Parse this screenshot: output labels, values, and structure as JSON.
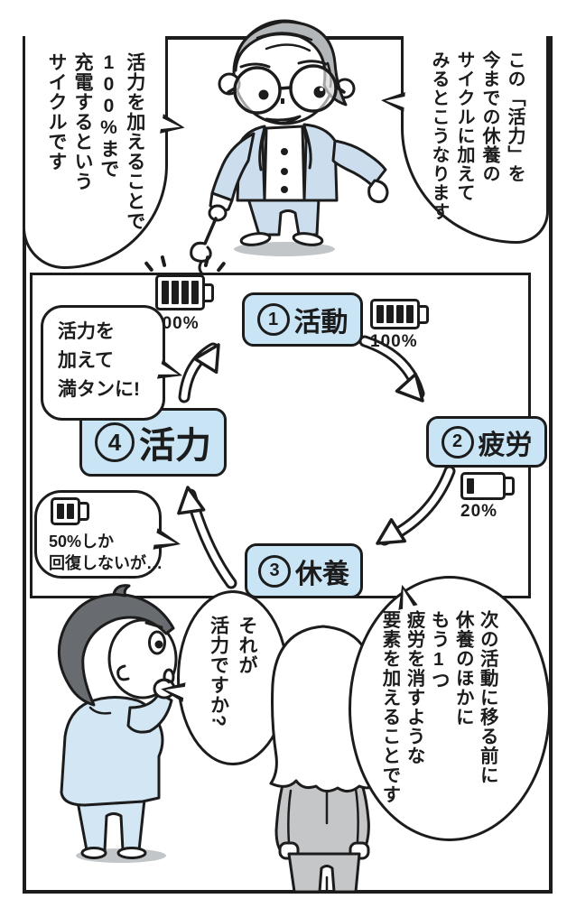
{
  "colors": {
    "ink": "#1c1c1c",
    "node_blue": "#c9e4f5",
    "teacher_suit": "#ccdeed",
    "teacher_hair": "#b4b7b9",
    "student_shirt": "#d3e6f4",
    "student_hair": "#686c70",
    "woman_gray": "#c5c6c8",
    "shadow": "#c3c6c8"
  },
  "teacher_bubble_right": {
    "lines": [
      "この「活力」を",
      "今までの休養の",
      "サイクルに加えて",
      "みるとこうなります"
    ]
  },
  "teacher_bubble_left": {
    "lines": [
      "活力を加えることで",
      "100%まで",
      "充電するという",
      "サイクルです"
    ]
  },
  "cycle": {
    "nodes": [
      {
        "number": "1",
        "label": "活動"
      },
      {
        "number": "2",
        "label": "疲労"
      },
      {
        "number": "3",
        "label": "休養"
      },
      {
        "number": "4",
        "label": "活力"
      }
    ],
    "batteries": {
      "charging": {
        "percent": "100%",
        "cells": 4
      },
      "full": {
        "percent": "100%",
        "cells": 4
      },
      "low": {
        "percent": "20%",
        "cells": 1
      },
      "half": {
        "cells": 2
      }
    },
    "bubble_refill": {
      "lines": [
        "活力を",
        "加えて",
        "満タンに!"
      ]
    },
    "bubble_half": {
      "lines": [
        "50%しか",
        "回復しないが…"
      ]
    }
  },
  "student_bubble": {
    "lines": [
      "それが",
      "活力ですか?"
    ]
  },
  "answer_bubble": {
    "lines": [
      "次の活動に移る前に",
      "休養のほかに",
      "もう1つ",
      "疲労を消すような",
      "要素を加えることです"
    ]
  }
}
